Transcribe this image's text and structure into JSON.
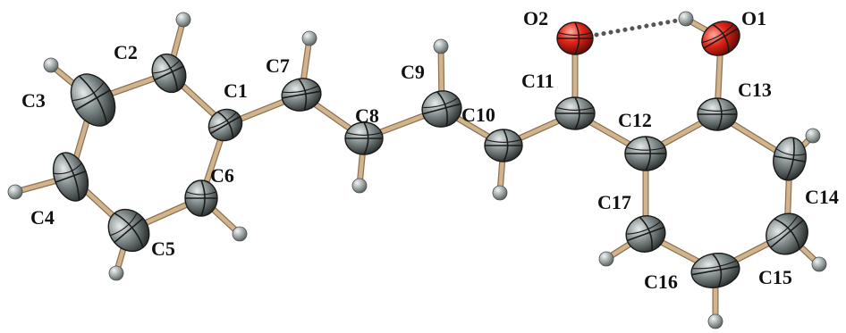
{
  "colors": {
    "background": "#ffffff",
    "bond": "#d2b48c",
    "bond_edge": "#8b7355",
    "carbon": "#7f8a8a",
    "oxygen": "#e0281a",
    "hydrogen": "#9aa2a2",
    "hbond": "#555555"
  },
  "molecule": {
    "atoms": [
      {
        "id": "C1",
        "label": "C1",
        "element": "C"
      },
      {
        "id": "C2",
        "label": "C2",
        "element": "C"
      },
      {
        "id": "C3",
        "label": "C3",
        "element": "C"
      },
      {
        "id": "C4",
        "label": "C4",
        "element": "C"
      },
      {
        "id": "C5",
        "label": "C5",
        "element": "C"
      },
      {
        "id": "C6",
        "label": "C6",
        "element": "C"
      },
      {
        "id": "C7",
        "label": "C7",
        "element": "C"
      },
      {
        "id": "C8",
        "label": "C8",
        "element": "C"
      },
      {
        "id": "C9",
        "label": "C9",
        "element": "C"
      },
      {
        "id": "C10",
        "label": "C10",
        "element": "C"
      },
      {
        "id": "C11",
        "label": "C11",
        "element": "C"
      },
      {
        "id": "C12",
        "label": "C12",
        "element": "C"
      },
      {
        "id": "C13",
        "label": "C13",
        "element": "C"
      },
      {
        "id": "C14",
        "label": "C14",
        "element": "C"
      },
      {
        "id": "C15",
        "label": "C15",
        "element": "C"
      },
      {
        "id": "C16",
        "label": "C16",
        "element": "C"
      },
      {
        "id": "C17",
        "label": "C17",
        "element": "C"
      },
      {
        "id": "O1",
        "label": "O1",
        "element": "O"
      },
      {
        "id": "O2",
        "label": "O2",
        "element": "O"
      }
    ],
    "bonds": [
      [
        "C1",
        "C2"
      ],
      [
        "C2",
        "C3"
      ],
      [
        "C3",
        "C4"
      ],
      [
        "C4",
        "C5"
      ],
      [
        "C5",
        "C6"
      ],
      [
        "C6",
        "C1"
      ],
      [
        "C1",
        "C7"
      ],
      [
        "C7",
        "C8"
      ],
      [
        "C8",
        "C9"
      ],
      [
        "C9",
        "C10"
      ],
      [
        "C10",
        "C11"
      ],
      [
        "C11",
        "O2"
      ],
      [
        "C11",
        "C12"
      ],
      [
        "C12",
        "C13"
      ],
      [
        "C13",
        "C14"
      ],
      [
        "C14",
        "C15"
      ],
      [
        "C15",
        "C16"
      ],
      [
        "C16",
        "C17"
      ],
      [
        "C17",
        "C12"
      ],
      [
        "C13",
        "O1"
      ]
    ],
    "hydrogen_bond": [
      "O2",
      "H_O1"
    ]
  }
}
